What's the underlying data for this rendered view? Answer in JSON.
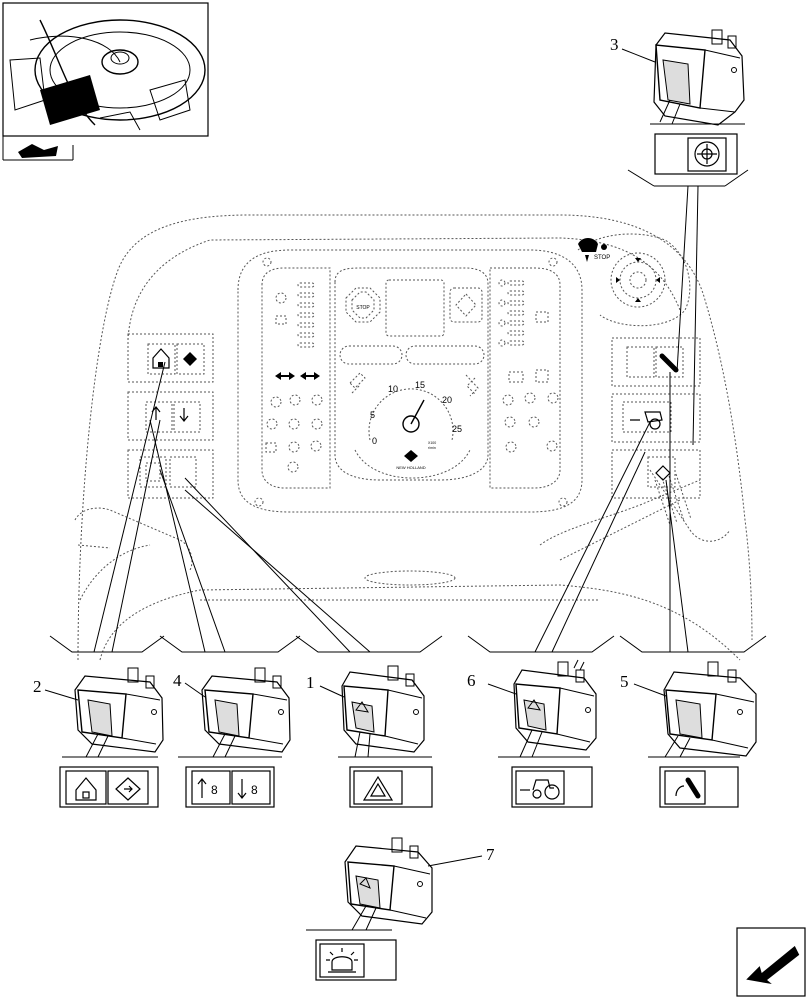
{
  "callouts": [
    {
      "id": "1",
      "label": "1",
      "symbol": "hazard-warning"
    },
    {
      "id": "2",
      "label": "2",
      "symbol": "home-position"
    },
    {
      "id": "3",
      "label": "3",
      "symbol": "steering-mode"
    },
    {
      "id": "4",
      "label": "4",
      "symbol": "hitch-up-down"
    },
    {
      "id": "5",
      "label": "5",
      "symbol": "flashing-beacon-key"
    },
    {
      "id": "6",
      "label": "6",
      "symbol": "tractor-pto"
    },
    {
      "id": "7",
      "label": "7",
      "symbol": "rotary-beacon"
    }
  ],
  "dashboard": {
    "stop_label": "STOP",
    "stop_label_top": "STOP",
    "tach_ticks": [
      "0",
      "5",
      "10",
      "15",
      "20",
      "25"
    ],
    "tach_marks": [
      "X100",
      "r/min"
    ],
    "brand_text": "NEW HOLLAND"
  },
  "colors": {
    "line": "#000000",
    "dashed": "#555555",
    "fill": "#ffffff"
  }
}
